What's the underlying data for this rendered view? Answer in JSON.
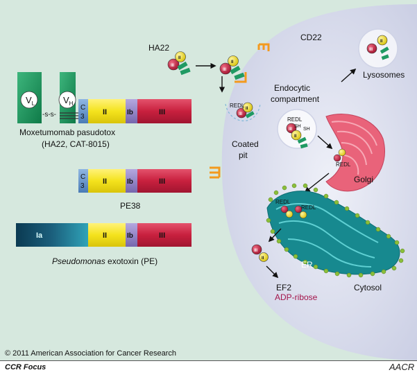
{
  "labels": {
    "moxetumomab_name": "Moxetumomab pasudotox",
    "moxetumomab_code": "(HA22, CAT-8015)",
    "pe38": "PE38",
    "pe_italic": "Pseudomonas",
    "pe_rest": " exotoxin (PE)",
    "ha22": "HA22",
    "cd22": "CD22",
    "lysosomes": "Lysosomes",
    "endocytic_line1": "Endocytic",
    "endocytic_line2": "compartment",
    "coated_line1": "Coated",
    "coated_line2": "pit",
    "golgi": "Golgi",
    "er": "ER",
    "cytosol": "Cytosol",
    "ef2": "EF2",
    "adp_ribose": "ADP-ribose",
    "redl": "REDL",
    "sh": "SH",
    "copyright": "© 2011 American Association for Cancer Research",
    "footer_left": "CCR Focus",
    "footer_logo": "AACR"
  },
  "domains": {
    "c3": [
      "C",
      "3"
    ],
    "ii": "II",
    "ib": "Ib",
    "iii": "III",
    "ia": "Ia",
    "vl": [
      "V",
      "L"
    ],
    "vh": [
      "V",
      "H"
    ],
    "disulfide": "-s-s-"
  },
  "colors": {
    "background": "#d6e8de",
    "cell": "#dfe2f0",
    "green": "#1f9a63",
    "yellow": "#f4e31d",
    "red": "#c8203e",
    "purple": "#8d7fc0",
    "blue": "#5f90c6",
    "teal": "#17898f",
    "golgi": "#e9637a",
    "orange": "#f39a1e",
    "adp": "#a3144a"
  }
}
